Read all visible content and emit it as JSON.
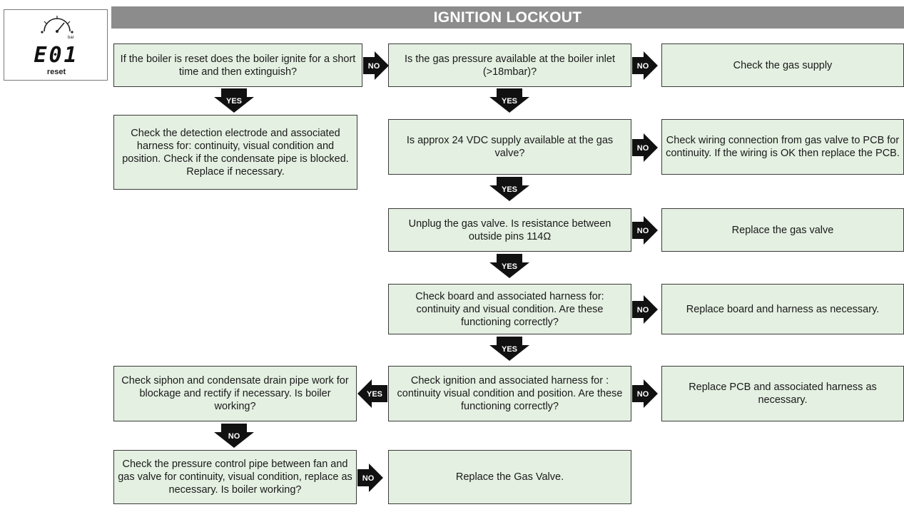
{
  "title": "IGNITION LOCKOUT",
  "display": {
    "code": "E01",
    "label": "reset"
  },
  "labels": {
    "yes": "YES",
    "no": "NO"
  },
  "nodes": {
    "q_reset_ignite": "If the boiler is reset does the boiler ignite for a short time and then extinguish?",
    "q_gas_pressure": "Is the gas pressure available at the boiler inlet (>18mbar)?",
    "a_check_gas_supply": "Check the gas supply",
    "a_check_electrode": "Check the detection electrode and associated harness for: continuity, visual condition and position. Check if the condensate pipe is blocked. Replace if necessary.",
    "q_24vdc": "Is approx 24 VDC supply available at the gas valve?",
    "a_check_wiring": "Check wiring connection from gas valve to PCB for continuity. If the wiring is OK then replace the PCB.",
    "q_gas_valve_resistance": "Unplug the gas valve. Is resistance between outside pins 114Ω",
    "a_replace_gas_valve": "Replace the gas valve",
    "q_board_harness": "Check board and associated harness for: continuity and visual condition. Are these functioning correctly?",
    "a_replace_board": "Replace board and harness as necessary.",
    "q_ignition_harness": "Check ignition and associated harness for : continuity visual condition and position. Are these functioning correctly?",
    "a_replace_pcb": "Replace PCB and associated harness as necessary.",
    "q_siphon": "Check siphon and condensate drain pipe work for blockage and rectify if necessary. Is boiler working?",
    "q_pressure_pipe": "Check the pressure control pipe between fan and gas valve for continuity, visual condition, replace as necessary. Is boiler working?",
    "a_replace_gas_valve_final": "Replace the Gas Valve."
  },
  "colors": {
    "banner": "#8c8c8c",
    "box_fill": "#e4f0e1",
    "arrow": "#111111"
  }
}
